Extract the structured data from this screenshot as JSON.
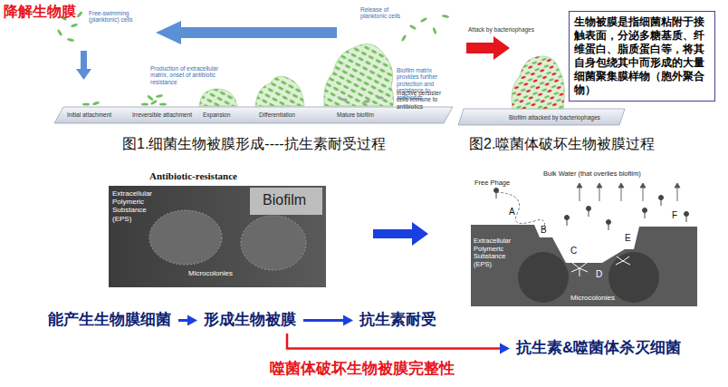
{
  "diagram": {
    "title": "降解生物膜",
    "nodes": [
      {
        "text": [
          "生物被膜是指细菌粘附于接触表面，分泌多糖基质、纤维蛋白、脂质蛋白等，将其自身包绕其中而形成的大量细菌聚集膜样物（胞外聚合物）"
        ]
      },
      {
        "text": [
          "能产生生物膜细菌"
        ]
      },
      {
        "text": [
          "形成生物被膜"
        ]
      },
      {
        "text": [
          "抗生素耐受"
        ]
      },
      {
        "text": [
          "抗生素&噬菌体杀灭细菌"
        ]
      }
    ],
    "edges": [
      {
        "from": 1,
        "to": 2,
        "arrow": "to"
      },
      {
        "from": 2,
        "to": 3,
        "arrow": "to"
      },
      {
        "from": 2,
        "to": 4,
        "label": "噬菌体破坏生物被膜完整性",
        "arrow": "to"
      }
    ],
    "labels": [
      "Free-swimming (planktonic) cells",
      "Initial attachment",
      "Irreversible attachment",
      "Production of extracellular matrix, onset of antibiotic resistance",
      "Expansion",
      "Differentiation",
      "Mature biofilm",
      "Release of planktonic cells",
      "Biofilm matrix provides further protection and resistance to antibiotics",
      "Inactive persister cells immune to antibiotics",
      "Attack by bacteriophages",
      "Biofilm attacked by bacteriophages",
      "图1.细菌生物被膜形成----抗生素耐受过程",
      "图2.噬菌体破坏生物被膜过程",
      "Antibiotic-resistance",
      "Extracellular Polymeric Substance (EPS)",
      "Biofilm",
      "Microcolonies",
      "Free Phage",
      "Bulk Water (that overlies biofilm)",
      "A",
      "B",
      "C",
      "D",
      "E",
      "F",
      "Extracellular Polymeric Substance (EPS)",
      "Microcolonies"
    ]
  }
}
